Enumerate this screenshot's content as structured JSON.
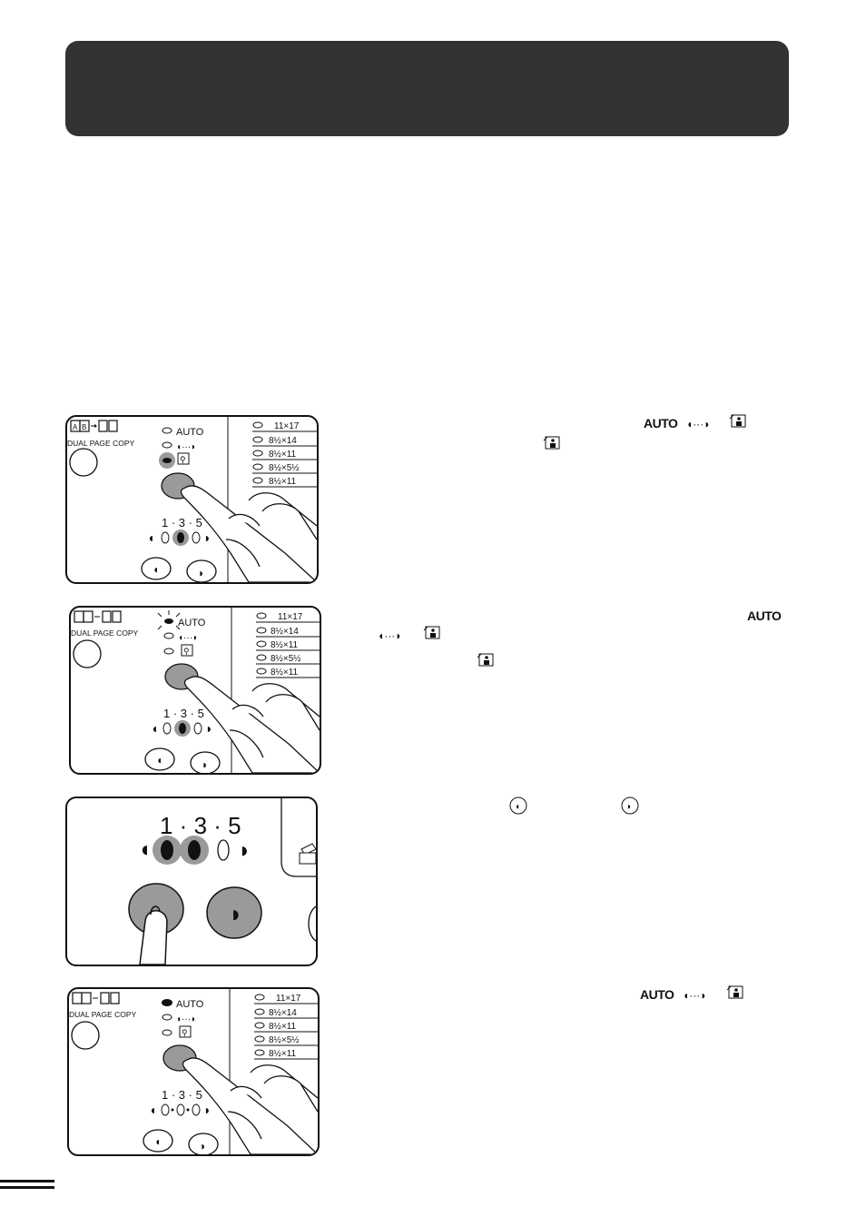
{
  "header": {
    "title": ""
  },
  "panel": {
    "mode_label": "DUAL PAGE COPY",
    "exposure_modes": [
      "AUTO",
      "◖···◗",
      "photo"
    ],
    "paper_sizes": [
      "11×17",
      "8½×14",
      "8½×11",
      "8½×5½",
      "8½×11"
    ],
    "level_numbers": "1 · 3 · 5"
  },
  "steps": [
    {
      "inline_auto": "AUTO"
    },
    {
      "inline_auto": "AUTO"
    },
    {},
    {
      "inline_auto": "AUTO"
    }
  ],
  "colors": {
    "header_band": "#333333",
    "highlight": "#9a9a9a",
    "ink": "#111111"
  }
}
